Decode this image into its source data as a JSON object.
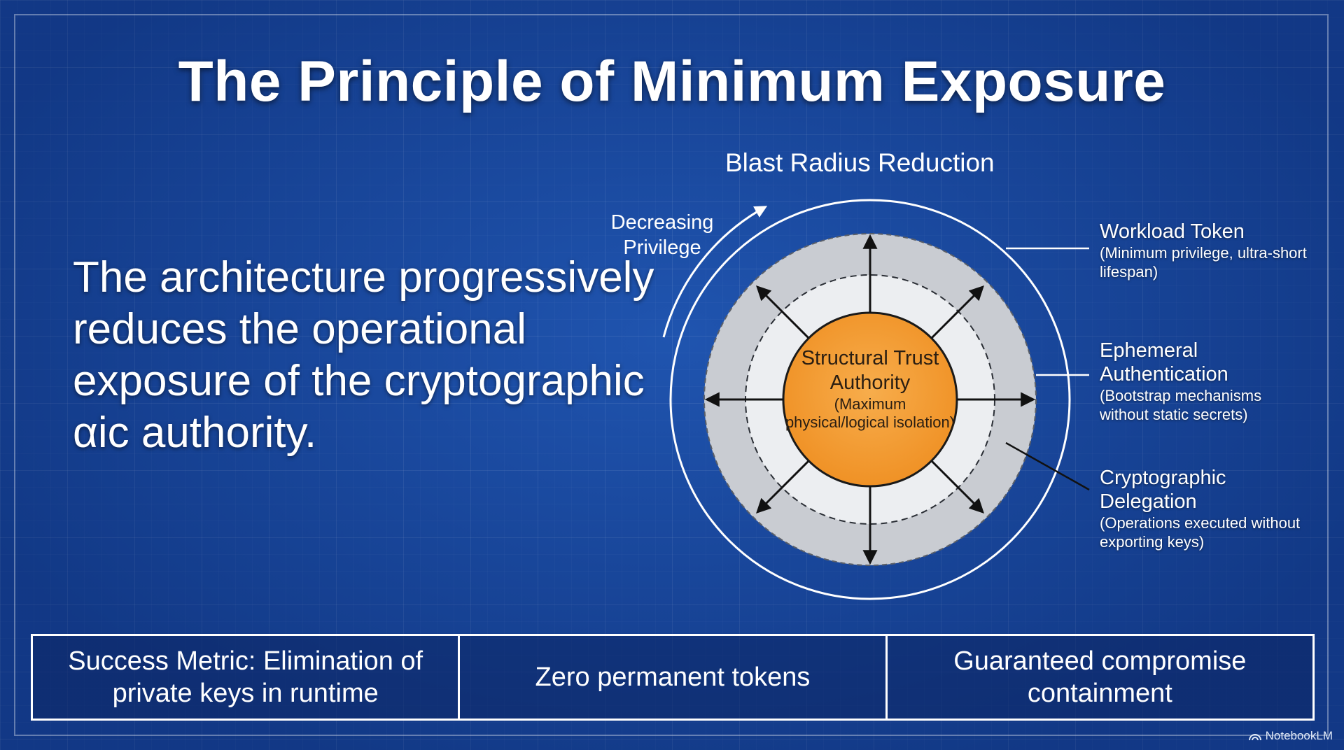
{
  "title": "The Principle of Minimum Exposure",
  "lead_text": "The architecture progressively reduces the operational exposure of the cryptographic αic authority.",
  "diagram": {
    "heading": "Blast Radius Reduction",
    "arrow_label": "Decreasing Privilege",
    "core": {
      "label": "Structural Trust Authority",
      "sub": "(Maximum physical/logical isolation)"
    },
    "layers": [
      {
        "label": "Workload Token",
        "sub": "(Minimum privilege, ultra-short lifespan)"
      },
      {
        "label": "Ephemeral Authentication",
        "sub": "(Bootstrap mechanisms without static secrets)"
      },
      {
        "label": "Cryptographic Delegation",
        "sub": "(Operations executed without exporting keys)"
      }
    ],
    "colors": {
      "core": "#f39a32",
      "ring_outer": "#c9ccd2",
      "ring_inner": "#eceef1",
      "lines": "#ffffff"
    }
  },
  "metrics": [
    "Success Metric: Elimination of private keys in runtime",
    "Zero permanent tokens",
    "Guaranteed compromise containment"
  ],
  "brand": "NotebookLM"
}
